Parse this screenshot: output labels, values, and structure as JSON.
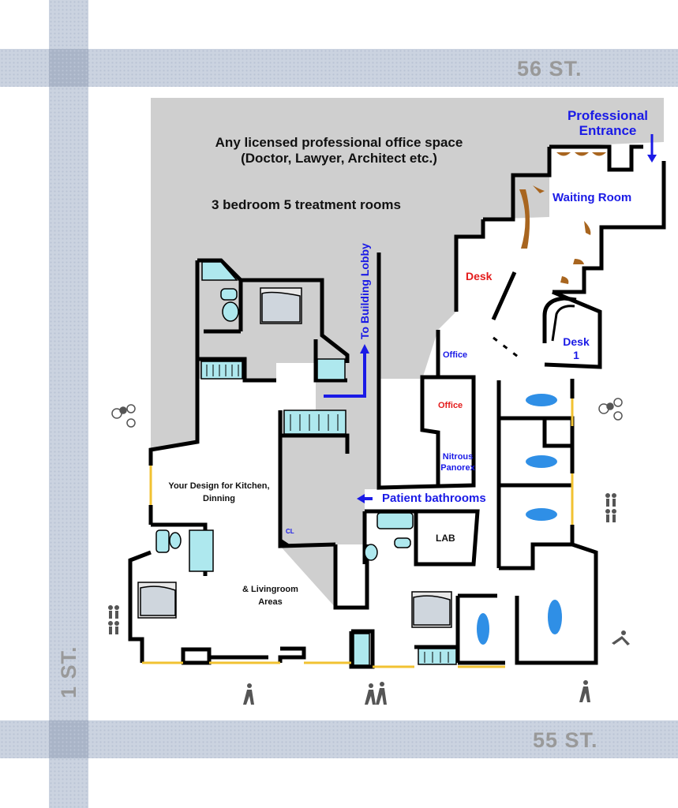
{
  "streets": {
    "top_street": "56 ST.",
    "bottom_street": "55 ST.",
    "side_street": "1 ST."
  },
  "headline": {
    "line1": "Any licensed professional office space",
    "line2": "(Doctor, Lawyer, Architect etc.)",
    "rooms_summary": "3 bedroom 5 treatment rooms"
  },
  "labels": {
    "professional_entrance_line1": "Professional",
    "professional_entrance_line2": "Entrance",
    "waiting_room": "Waiting Room",
    "desk": "Desk",
    "desk1_line1": "Desk",
    "desk1_line2": "1",
    "office_blue": "Office",
    "office_red": "Office",
    "nitrous_line1": "Nitrous",
    "nitrous_line2": "Panorex",
    "patient_bathrooms": "Patient bathrooms",
    "lab": "LAB",
    "to_building_lobby": "To Building Lobby",
    "kitchen_line1": "Your Design for Kitchen,",
    "kitchen_line2": "Dinning",
    "living_line1": "& Livingroom",
    "living_line2": "Areas",
    "closet": "CL"
  },
  "colors": {
    "common_area": "#cfcfcf",
    "wall": "#000000",
    "fixture": "#aee8ee",
    "chair": "#2f8fe6",
    "furniture": "#a8651f",
    "window": "#f1c232",
    "street": "#cbd3e0",
    "street_text": "#999999",
    "label_blue": "#1a1ae6",
    "label_red": "#e31b1b"
  },
  "icons": {
    "cyclist": "cyclist-icon",
    "pedestrian": "pedestrian-icon",
    "runner": "runner-icon",
    "arrow": "direction-arrow-icon",
    "bed": "bed-icon",
    "toilet": "toilet-icon",
    "dental_chair": "dental-chair-icon"
  }
}
